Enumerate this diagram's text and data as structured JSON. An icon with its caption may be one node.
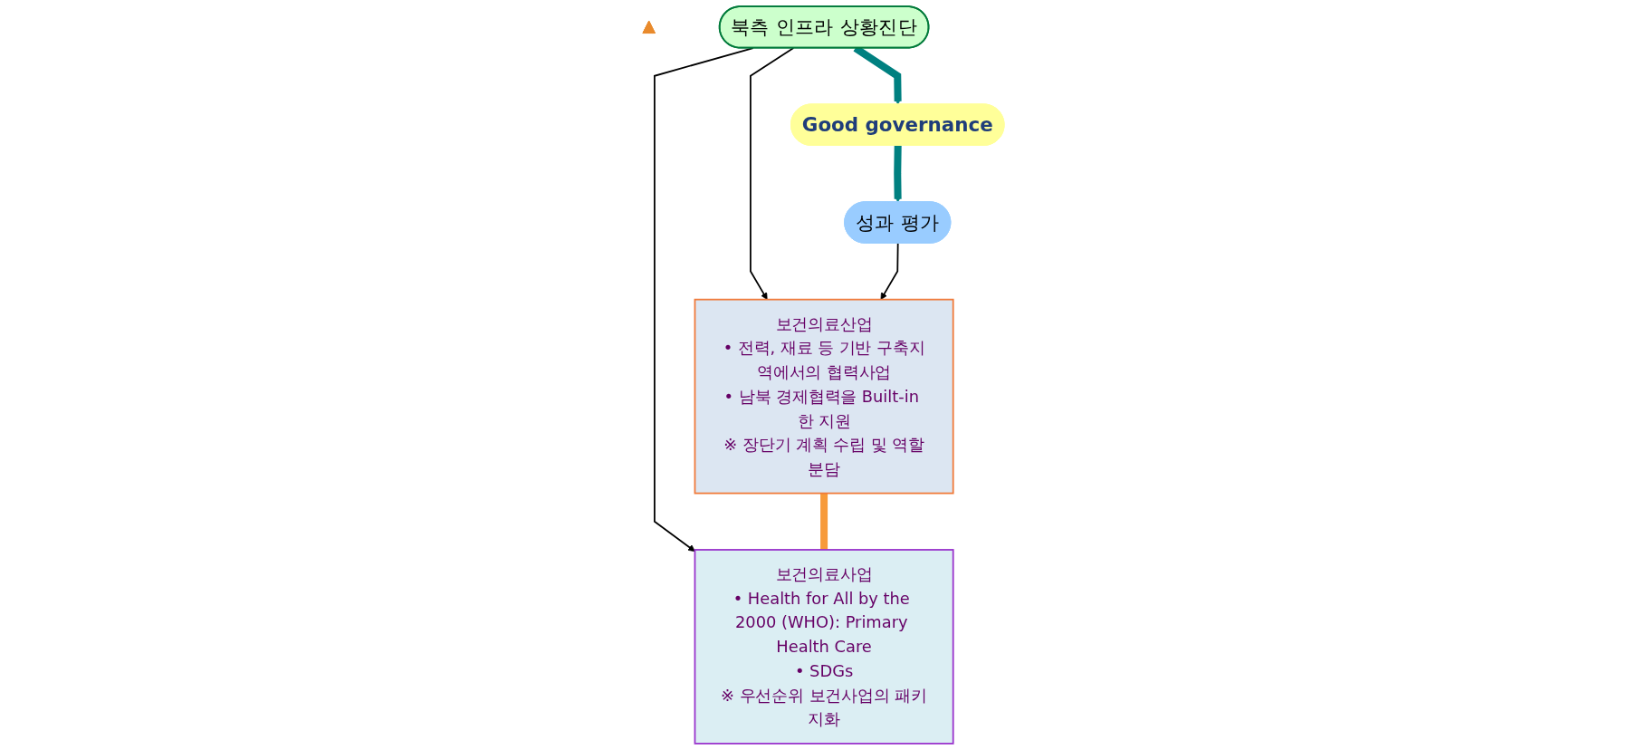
{
  "diagram": {
    "nodes": [
      {
        "text": [
          "보건의료산업",
          "• 전력, 재료 등 기반 구축지역에서의 협력사업",
          "• 남북 경제협력을 Built-in 한 지원",
          "※ 장단기 계획 수립 및 역할분담"
        ]
      },
      {
        "text": [],
        "shape": "triangle"
      },
      {
        "text": [
          "북측 인프라 상황진단"
        ]
      },
      {
        "text": [
          "Good governance"
        ]
      },
      {
        "text": [
          "성과 평가"
        ]
      },
      {
        "text": [
          "보건의료사업",
          "• Health for All by the 2000 (WHO): Primary Health Care",
          "• SDGs",
          "※ 우선순위 보건사업의 패키지화"
        ]
      }
    ],
    "edges": [
      {
        "from": 2,
        "to": 0,
        "arrow": "to"
      },
      {
        "from": 2,
        "to": 5,
        "arrow": "to"
      },
      {
        "from": 2,
        "to": 3,
        "arrow": "to",
        "style": "thick",
        "color": "#008080"
      },
      {
        "from": 3,
        "to": 4,
        "arrow": "to",
        "style": "thick",
        "color": "#008080"
      },
      {
        "from": 4,
        "to": 0,
        "arrow": "to"
      },
      {
        "from": 0,
        "to": 5,
        "arrow": "none",
        "style": "thick",
        "color": "#f79a3a"
      }
    ]
  }
}
